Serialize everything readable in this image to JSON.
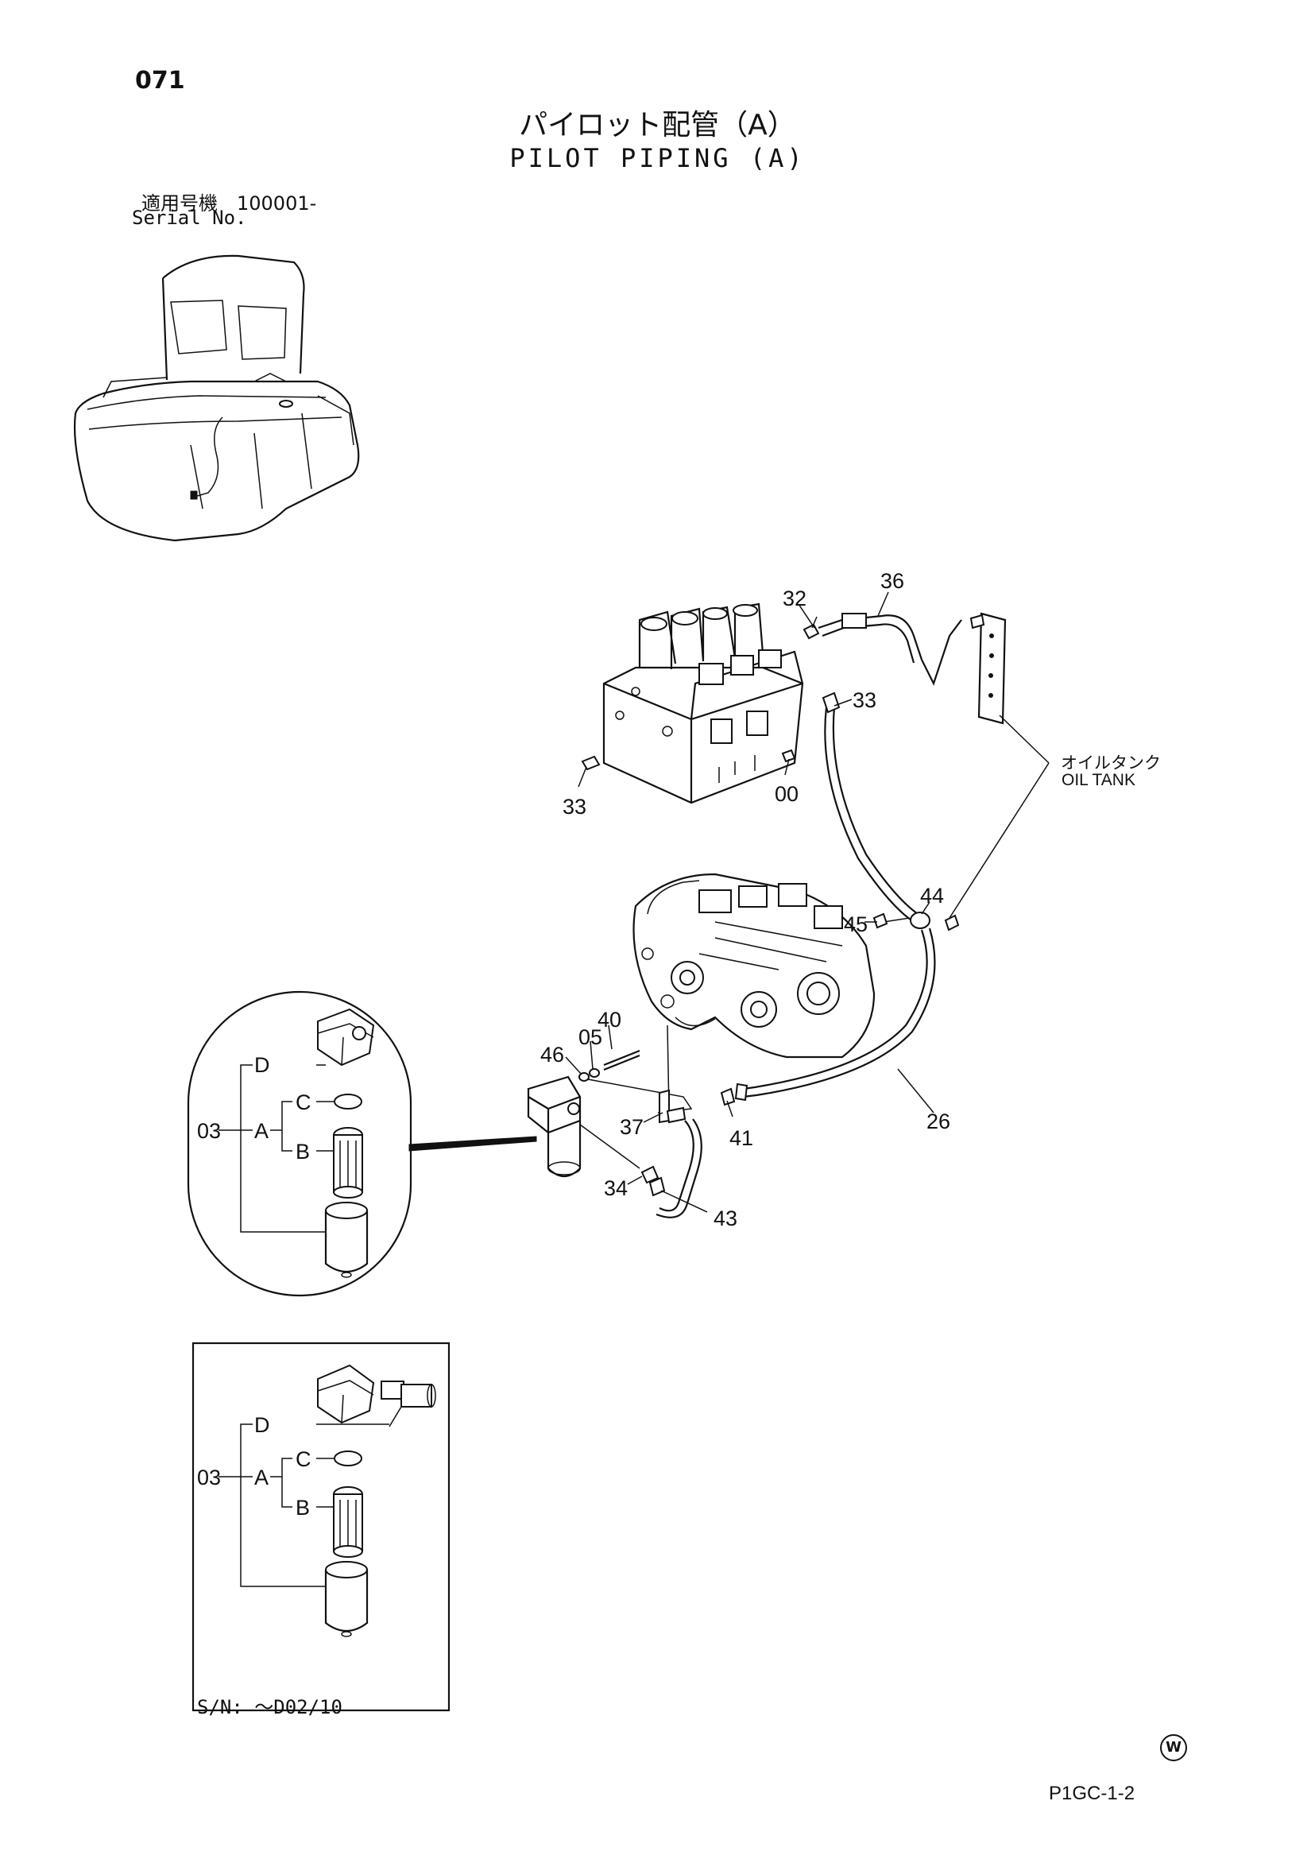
{
  "header": {
    "page_number": "071",
    "title_jp": "パイロット配管（A）",
    "title_en": "PILOT PIPING (A)",
    "serial_jp": "適用号機　100001-",
    "serial_en": "Serial No."
  },
  "callouts": {
    "c32": "32",
    "c36": "36",
    "c33a": "33",
    "c33b": "33",
    "c00": "00",
    "c44": "44",
    "c45": "45",
    "c40": "40",
    "c05": "05",
    "c46": "46",
    "c37": "37",
    "c41": "41",
    "c26": "26",
    "c34": "34",
    "c43": "43"
  },
  "oil_tank": {
    "jp": "オイルタンク",
    "en": "OIL TANK"
  },
  "detail_top": {
    "d": "D",
    "c": "C",
    "a": "A",
    "b": "B",
    "num": "03"
  },
  "detail_box": {
    "d": "D",
    "c": "C",
    "a": "A",
    "b": "B",
    "num": "03",
    "sn": "S/N: ～D02/10"
  },
  "footer": {
    "mark": "W",
    "drawing_code": "P1GC-1-2"
  }
}
